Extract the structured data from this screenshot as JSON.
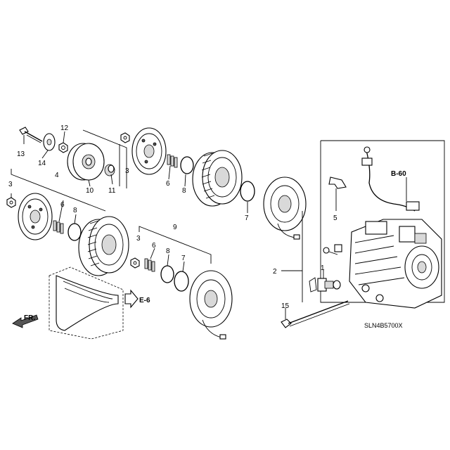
{
  "diagram_code": "SLN4B5700X",
  "references": {
    "b60": "B-60",
    "e6": "E-6",
    "fr": "FR."
  },
  "callouts": {
    "c1": "1",
    "c2": "2",
    "c3a": "3",
    "c3b": "3",
    "c3c": "3",
    "c4": "4",
    "c5": "5",
    "c6a": "6",
    "c6b": "6",
    "c6c": "6",
    "c7a": "7",
    "c7b": "7",
    "c8a": "8",
    "c8b": "8",
    "c8c": "8",
    "c9": "9",
    "c10": "10",
    "c11": "11",
    "c12": "12",
    "c13": "13",
    "c14": "14",
    "c15": "15"
  }
}
